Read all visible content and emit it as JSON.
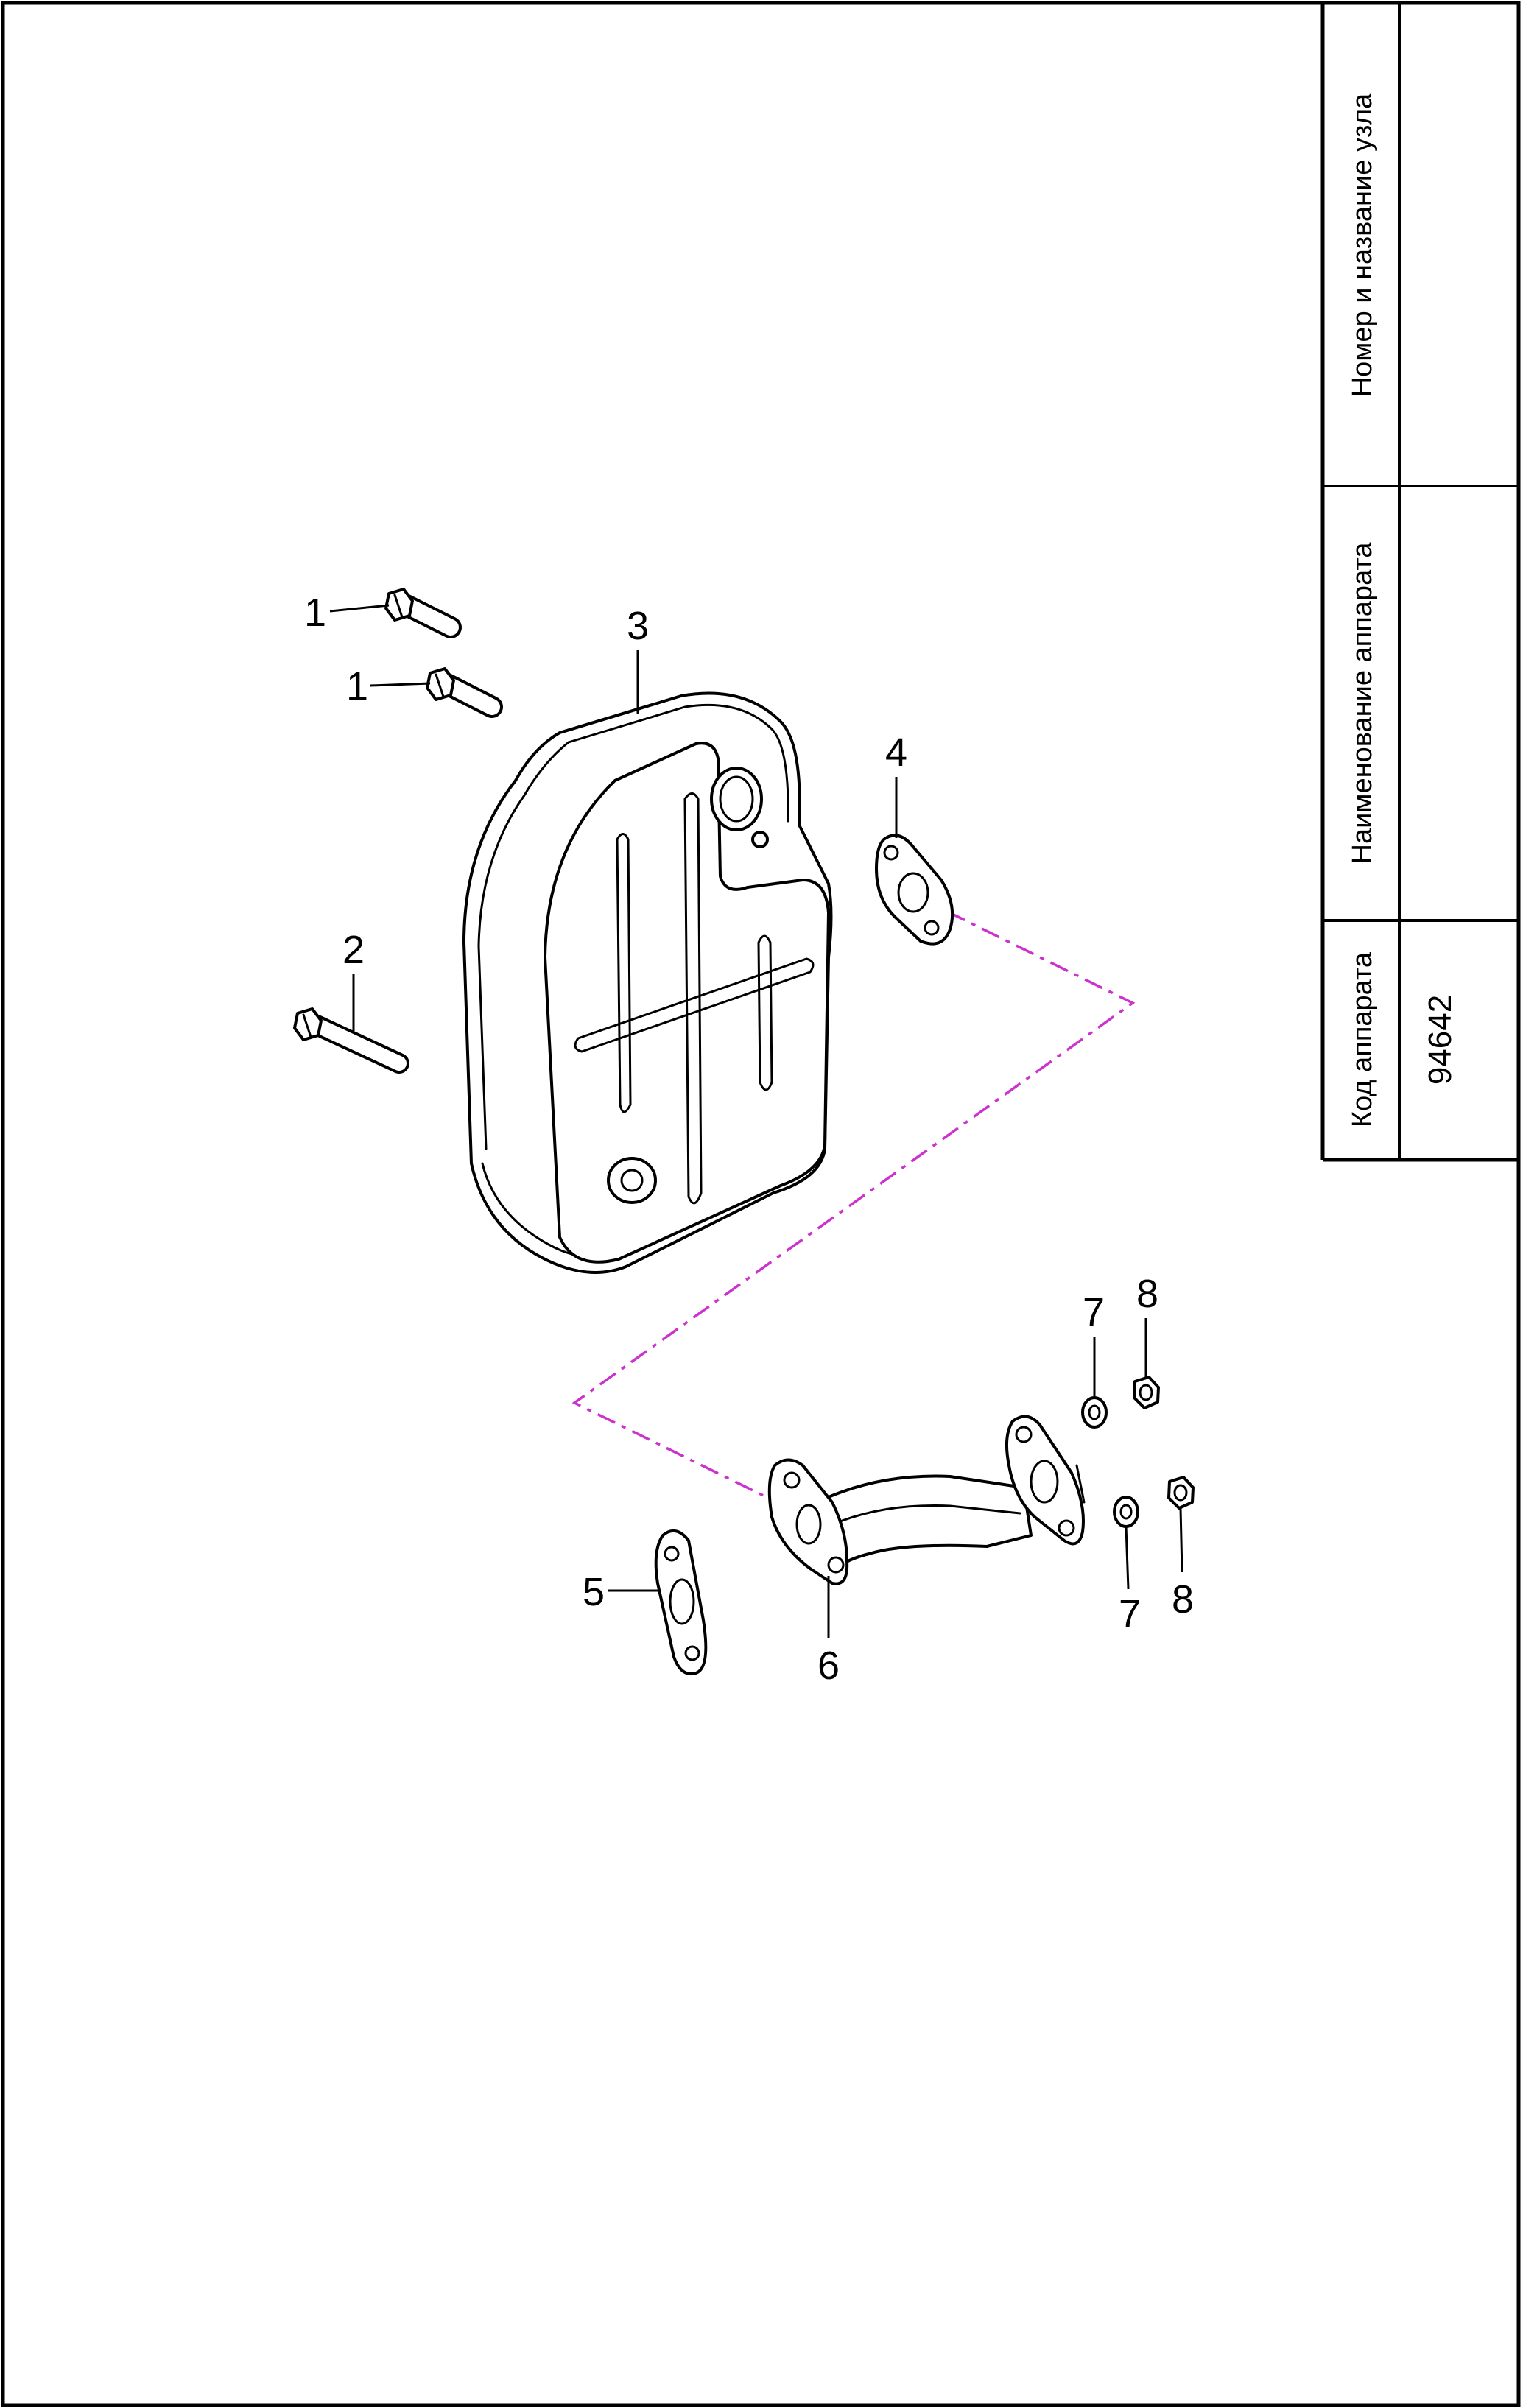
{
  "title_block": {
    "assembly_label": "Номер и название узла",
    "assembly_value": "",
    "device_name_label": "Наименование аппарата",
    "device_name_value": "",
    "device_code_label": "Код аппарата",
    "device_code_value": "94642"
  },
  "callouts": [
    "1",
    "1",
    "2",
    "3",
    "4",
    "5",
    "6",
    "7",
    "7",
    "8",
    "8"
  ],
  "colors": {
    "line": "#000000",
    "path_line": "#cc33cc",
    "background": "#ffffff"
  }
}
